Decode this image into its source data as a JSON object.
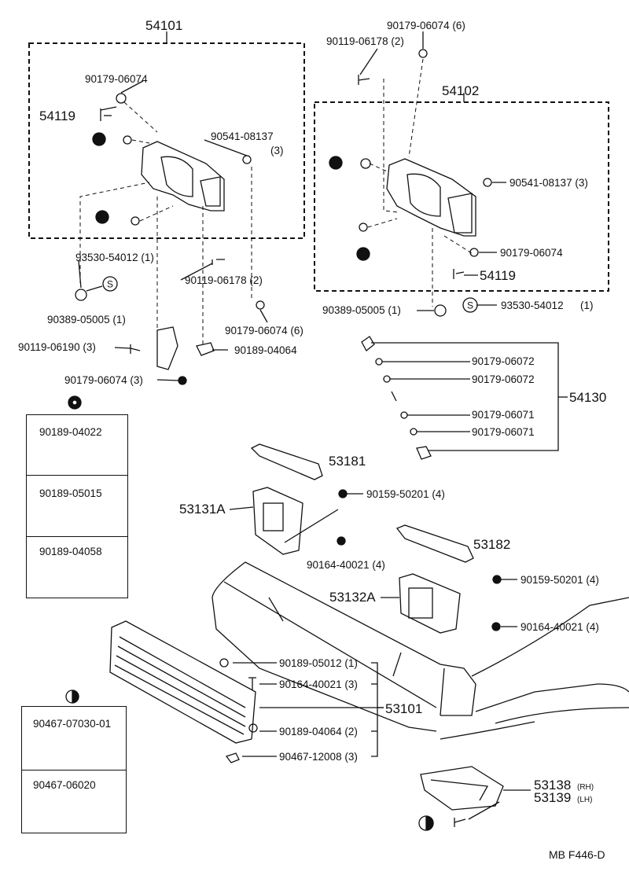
{
  "assemblies": {
    "a54101": "54101",
    "a54102": "54102",
    "a54130": "54130",
    "a53101": "53101"
  },
  "parts": {
    "p1": "90179-06074 (6)",
    "p2": "90119-06178 (2)",
    "p3": "90179-06074",
    "p4": "54119",
    "p5": "90541-08137",
    "p5q": "(3)",
    "p6": "90541-08137 (3)",
    "p7": "93530-54012 (1)",
    "p8": "90119-06178 (2)",
    "p9": "90179-06074",
    "p10": "54119",
    "p11": "90389-05005 (1)",
    "p12": "90179-06074 (6)",
    "p13": "90389-05005 (1)",
    "p14": "93530-54012",
    "p14q": "(1)",
    "p15": "90119-06190 (3)",
    "p16": "90189-04064",
    "p17": "90179-06074 (3)",
    "p18": "90179-06072",
    "p19": "90179-06072",
    "p20": "90179-06071",
    "p21": "90179-06071",
    "p22": "53181",
    "p23": "90159-50201 (4)",
    "p24": "53131A",
    "p25": "90164-40021 (4)",
    "p26": "53182",
    "p27": "90159-50201 (4)",
    "p28": "53132A",
    "p29": "90164-40021 (4)",
    "p30": "90189-05012 (1)",
    "p31": "90164-40021 (3)",
    "p32": "90189-04064 (2)",
    "p33": "90467-12008 (3)",
    "p34": "53138",
    "p34s": "(RH)",
    "p35": "53139",
    "p35s": "(LH)"
  },
  "box1": [
    "90189-04022",
    "90189-05015",
    "90189-04058"
  ],
  "box2": [
    "90467-07030-01",
    "90467-06020"
  ],
  "symbol_s": "S",
  "footer": "MB  F446-D"
}
